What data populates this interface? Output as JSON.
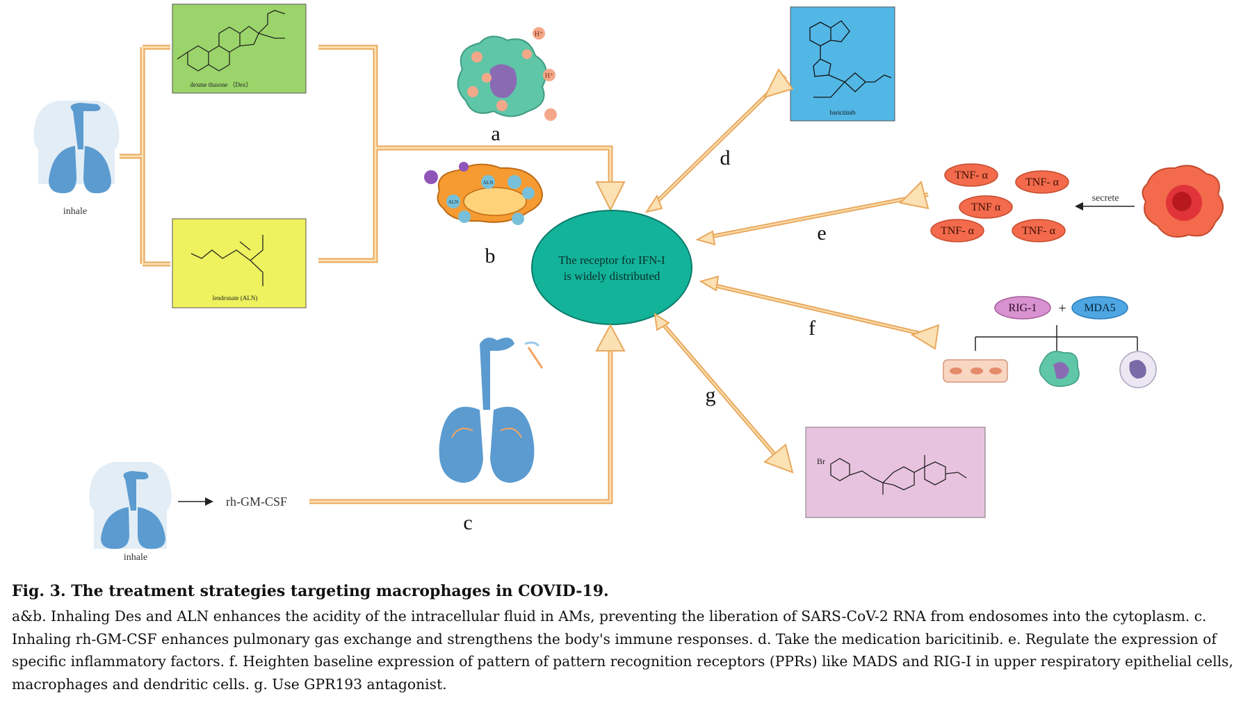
{
  "figure": {
    "inhale_top": "inhale",
    "inhale_bottom": "inhale",
    "dex_label": "dexme thasone （Dex）",
    "aln_label": "lendronate (ALN)",
    "baricitinib_label": "baricitinib",
    "rh_gm_csf": "rh-GM-CSF",
    "receptor_line1": "The receptor for IFN-I",
    "receptor_line2": "is widely distributed",
    "letters": {
      "a": "a",
      "b": "b",
      "c": "c",
      "d": "d",
      "e": "e",
      "f": "f",
      "g": "g"
    },
    "tnf": [
      "TNF- α",
      "TNF- α",
      "TNF α",
      "TNF- α",
      "TNF- α"
    ],
    "secrete": "secrete",
    "rig": "RIG-1",
    "plus": "+",
    "mda": "MDA5",
    "aln_tag": "ALN",
    "hplus": "H⁺",
    "colors": {
      "green_box": "#9ad46a",
      "yellow_box": "#eef25e",
      "blue_box": "#53b7e6",
      "pink_box": "#e8c3df",
      "receptor": "#13b39a",
      "arrow_fill": "#fbe1b3",
      "arrow_stroke": "#e9a85e",
      "lung": "#5b9bd0",
      "tnf": "#f36b4c",
      "rig": "#d792cf",
      "mda": "#4ea6e2"
    }
  },
  "caption": {
    "title": "Fig. 3.  The treatment strategies targeting macrophages in COVID-19.",
    "body": "a&b. Inhaling Des and ALN enhances the acidity of the intracellular fluid in AMs, preventing the liberation of SARS-CoV-2 RNA from endosomes into the cytoplasm. c. Inhaling rh-GM-CSF enhances pulmonary gas exchange and strengthens the body's immune responses. d. Take the medication baricitinib. e. Regulate the expression of specific inflammatory factors. f. Heighten baseline expression of pattern of pattern recognition receptors (PPRs) like MADS and RIG-I in upper respiratory epithelial cells, macrophages and dendritic cells. g. Use GPR193 antagonist."
  }
}
